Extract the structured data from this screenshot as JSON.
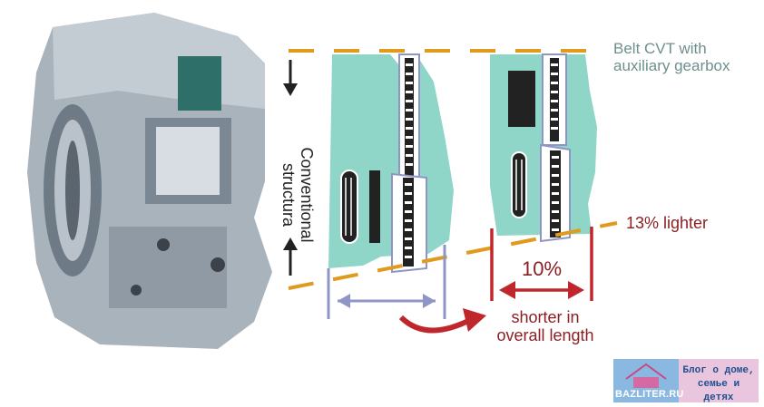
{
  "labels": {
    "belt_cvt": "Belt CVT with auxiliary gearbox",
    "conventional": "Conventional structura",
    "lighter": "13% lighter",
    "percent": "10%",
    "shorter": "shorter in overall length"
  },
  "logo": {
    "site": "BAZLITER.RU",
    "tagline": "Блог о доме, семье и детях"
  },
  "colors": {
    "teal": "#8fd6c8",
    "orange": "#e09a1e",
    "red": "#c0272d",
    "dark_red": "#8b1f24",
    "lavender": "#8f95c4",
    "metal": "#9aa6b0"
  }
}
